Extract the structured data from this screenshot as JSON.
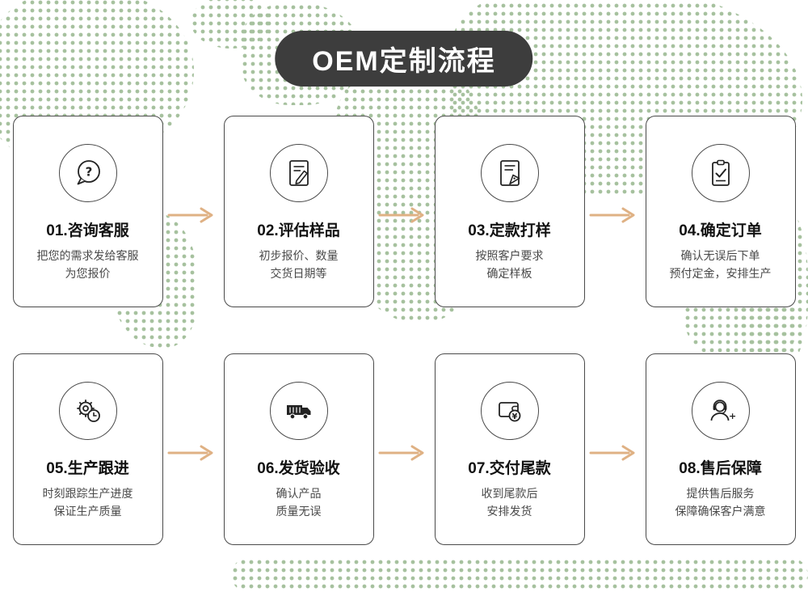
{
  "title": "OEM定制流程",
  "steps": [
    {
      "num": "01",
      "title": "01.咨询客服",
      "desc1": "把您的需求发给客服",
      "desc2": "为您报价",
      "icon": "chat-question-icon"
    },
    {
      "num": "02",
      "title": "02.评估样品",
      "desc1": "初步报价、数量",
      "desc2": "交货日期等",
      "icon": "document-pencil-icon"
    },
    {
      "num": "03",
      "title": "03.定款打样",
      "desc1": "按照客户要求",
      "desc2": "确定样板",
      "icon": "document-pen-icon"
    },
    {
      "num": "04",
      "title": "04.确定订单",
      "desc1": "确认无误后下单",
      "desc2": "预付定金，安排生产",
      "icon": "clipboard-check-icon"
    },
    {
      "num": "05",
      "title": "05.生产跟进",
      "desc1": "时刻跟踪生产进度",
      "desc2": "保证生产质量",
      "icon": "gear-clock-icon"
    },
    {
      "num": "06",
      "title": "06.发货验收",
      "desc1": "确认产品",
      "desc2": "质量无误",
      "icon": "truck-icon"
    },
    {
      "num": "07",
      "title": "07.交付尾款",
      "desc1": "收到尾款后",
      "desc2": "安排发货",
      "icon": "wallet-yen-icon"
    },
    {
      "num": "08",
      "title": "08.售后保障",
      "desc1": "提供售后服务",
      "desc2": "保障确保客户满意",
      "icon": "headset-support-icon"
    }
  ],
  "colors": {
    "dot_green": "#a6c19e",
    "arrow_tan": "#dfb184",
    "banner_bg": "#3d3d3d",
    "banner_text": "#ffffff",
    "card_border": "#4a4a4a"
  }
}
